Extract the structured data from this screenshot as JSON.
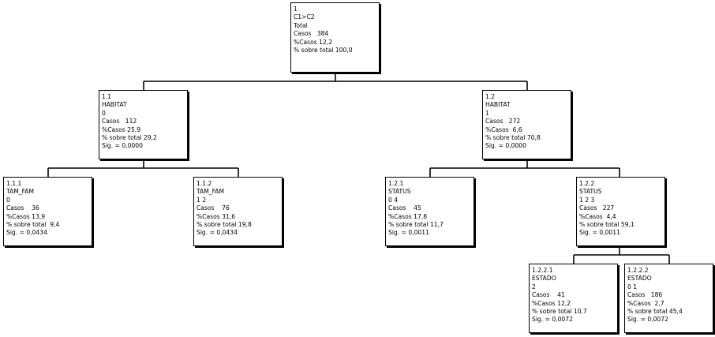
{
  "tree": {
    "nodes": [
      {
        "id": "1",
        "lines": [
          "1",
          "C1>C2",
          "Total",
          "Casos   384",
          "%Casos 12,2",
          "% sobre total 100,0"
        ]
      },
      {
        "id": "1.1",
        "lines": [
          "1.1",
          "HABITAT",
          "0",
          "Casos   112",
          "%Casos 25,9",
          "% sobre total 29,2",
          "Sig. = 0,0000"
        ]
      },
      {
        "id": "1.2",
        "lines": [
          "1.2",
          "HABITAT",
          "1",
          "Casos   272",
          "%Casos  6,6",
          "% sobre total 70,8",
          "Sig. = 0,0000"
        ]
      },
      {
        "id": "1.1.1",
        "lines": [
          "1.1.1",
          "TAM_FAM",
          "0",
          "Casos    36",
          "%Casos 13,9",
          "% sobre total  9,4",
          "Sig. = 0,0434"
        ]
      },
      {
        "id": "1.1.2",
        "lines": [
          "1.1.2",
          "TAM_FAM",
          "1 2",
          "Casos    76",
          "%Casos 31,6",
          "% sobre total 19,8",
          "Sig. = 0,0434"
        ]
      },
      {
        "id": "1.2.1",
        "lines": [
          "1.2.1",
          "STATUS",
          "0 4",
          "Casos    45",
          "%Casos 17,8",
          "% sobre total 11,7",
          "Sig. = 0,0011"
        ]
      },
      {
        "id": "1.2.2",
        "lines": [
          "1.2.2",
          "STATUS",
          "1 2 3",
          "Casos   227",
          "%Casos  4,4",
          "% sobre total 59,1",
          "Sig. = 0,0011"
        ]
      },
      {
        "id": "1.2.2.1",
        "lines": [
          "1.2.2.1",
          "ESTADO",
          "2",
          "Casos    41",
          "%Casos 12,2",
          "% sobre total 10,7",
          "Sig. = 0,0072"
        ]
      },
      {
        "id": "1.2.2.2",
        "lines": [
          "1.2.2.2",
          "ESTADO",
          "0 1",
          "Casos   186",
          "%Casos  2,7",
          "% sobre total 45,4",
          "Sig. = 0,0072"
        ]
      }
    ]
  }
}
